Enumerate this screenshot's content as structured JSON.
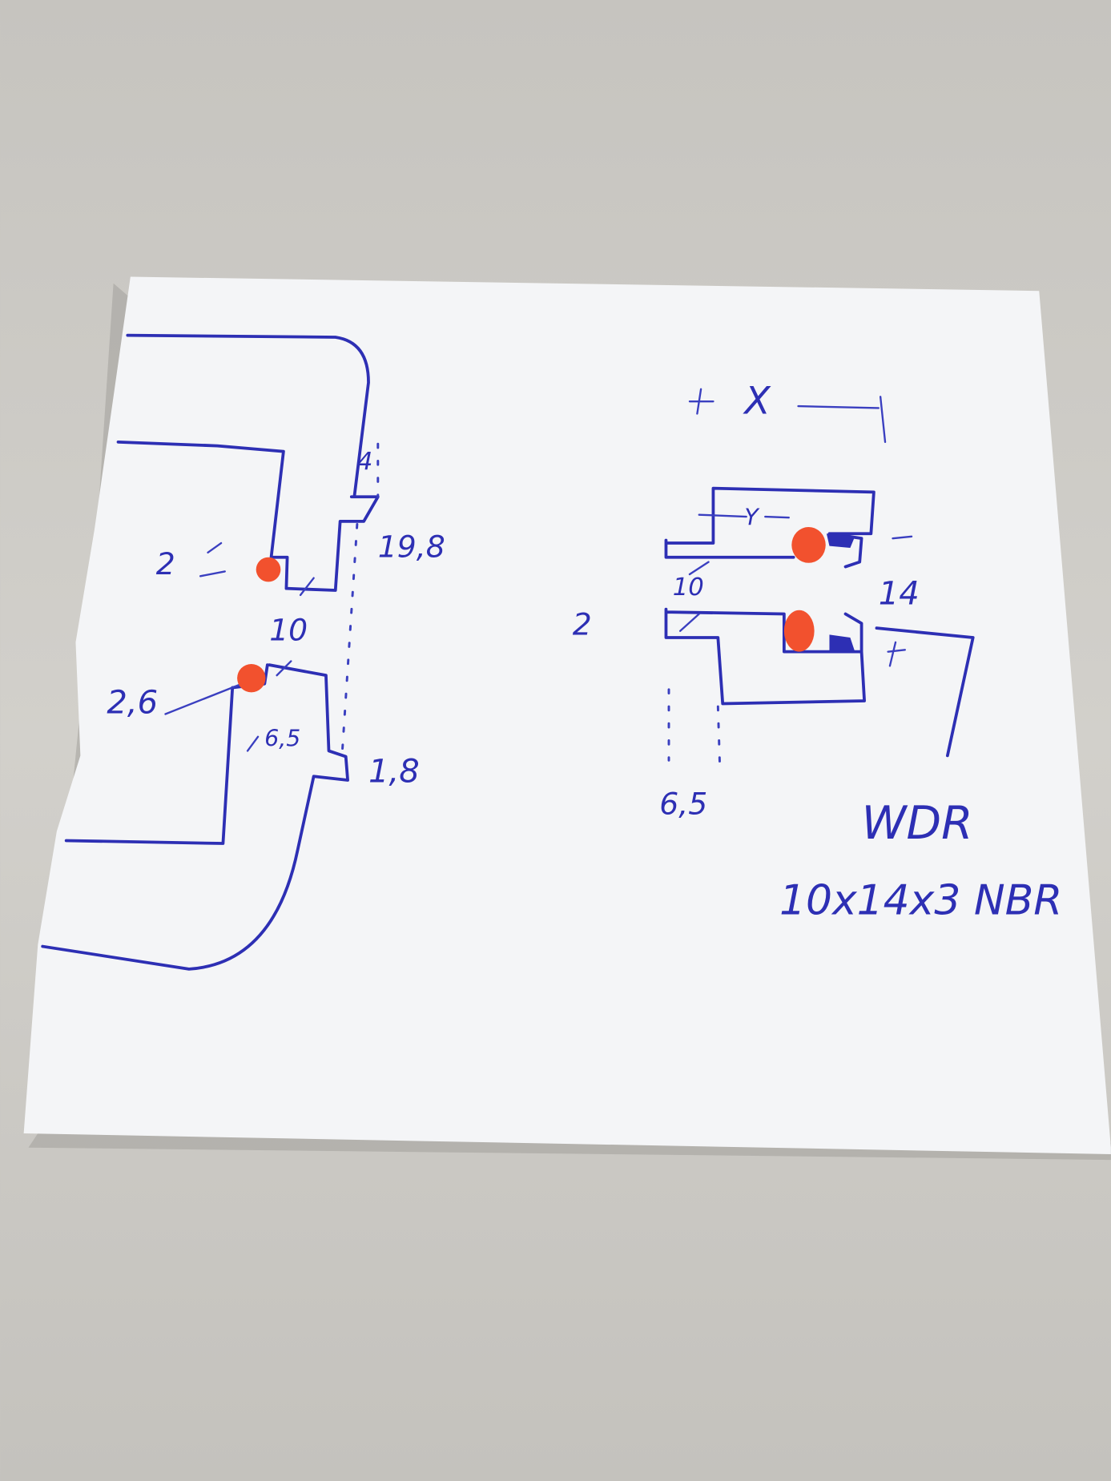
{
  "left_drawing": {
    "labels": {
      "gap_top": "4",
      "diameter_outer": "19,8",
      "tolerance_left": "2",
      "bore": "10",
      "oring_size": "2,6",
      "depth": "6,5",
      "step": "1,8"
    }
  },
  "right_drawing": {
    "labels": {
      "dimension_x": "X",
      "dimension_y": "Y",
      "inner_diameter": "10",
      "tolerance_left": "2",
      "outer_diameter": "14",
      "depth": "6,5",
      "seal_type": "WDR",
      "seal_spec": "10x14x3 NBR"
    }
  },
  "colors": {
    "ink": "#2d2fb4",
    "marker": "#f2512e",
    "paper": "#f4f5f7",
    "desk": "#c8c6c1"
  }
}
